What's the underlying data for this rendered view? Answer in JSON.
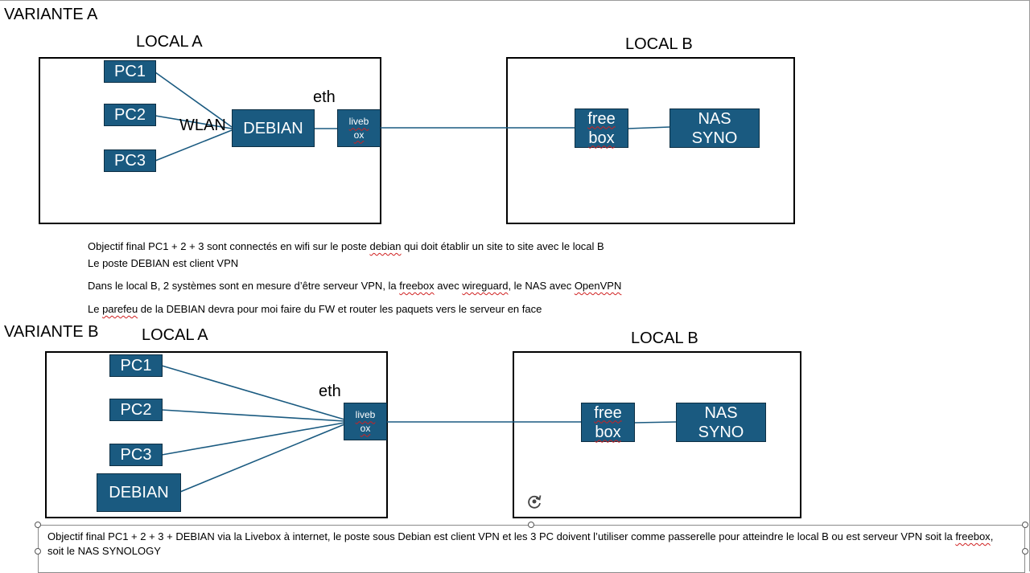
{
  "variante_a": {
    "title": "VARIANTE A",
    "local_a": {
      "title": "LOCAL A",
      "pc1": "PC1",
      "pc2": "PC2",
      "pc3": "PC3",
      "wlan_label": "WLAN",
      "debian": "DEBIAN",
      "eth_label": "eth",
      "livebox_line1": "liveb",
      "livebox_line2": "ox"
    },
    "local_b": {
      "title": "LOCAL B",
      "freebox_line1": "free",
      "freebox_line2": "box",
      "nas_line1": "NAS",
      "nas_line2": "SYNO"
    },
    "notes": [
      {
        "pre": "Objectif final PC1 + 2 + 3 sont connectés en wifi sur le poste ",
        "flag": "debian",
        "post": " qui doit établir un site to site avec le local B"
      },
      {
        "pre": "Le poste DEBIAN est client VPN"
      },
      {
        "pre": "Dans le local B, 2 systèmes sont en mesure d’être serveur VPN, la ",
        "flag": "freebox",
        "mid": " avec ",
        "flag2": "wireguard",
        "mid2": ", le NAS avec ",
        "flag3": "OpenVPN"
      },
      {
        "pre": "Le ",
        "flag": "parefeu",
        "post": " de la DEBIAN devra pour moi faire du FW et router les paquets vers le serveur en face"
      }
    ]
  },
  "variante_b": {
    "title": "VARIANTE B",
    "local_a": {
      "title": "LOCAL A",
      "pc1": "PC1",
      "pc2": "PC2",
      "pc3": "PC3",
      "debian": "DEBIAN",
      "eth_label": "eth",
      "livebox_line1": "liveb",
      "livebox_line2": "ox"
    },
    "local_b": {
      "title": "LOCAL B",
      "freebox_line1": "free",
      "freebox_line2": "box",
      "nas_line1": "NAS",
      "nas_line2": "SYNO"
    },
    "note": {
      "line1_pre": "Objectif final PC1 + 2 + 3 + DEBIAN via la Livebox à internet, le poste sous Debian est client VPN et les 3 PC doivent l’utiliser comme passerelle pour atteindre le local B ou est serveur VPN soit la ",
      "line1_flag": "freebox",
      "line1_post": ",",
      "line2": "soit le NAS SYNOLOGY"
    }
  },
  "colors": {
    "node_fill": "#1a5a80",
    "node_border": "#0d2f44",
    "link": "#1a5a80",
    "frame": "#000000",
    "spell_underline": "#d02020"
  },
  "icons": {
    "rotate_handle": "rotate-icon"
  }
}
